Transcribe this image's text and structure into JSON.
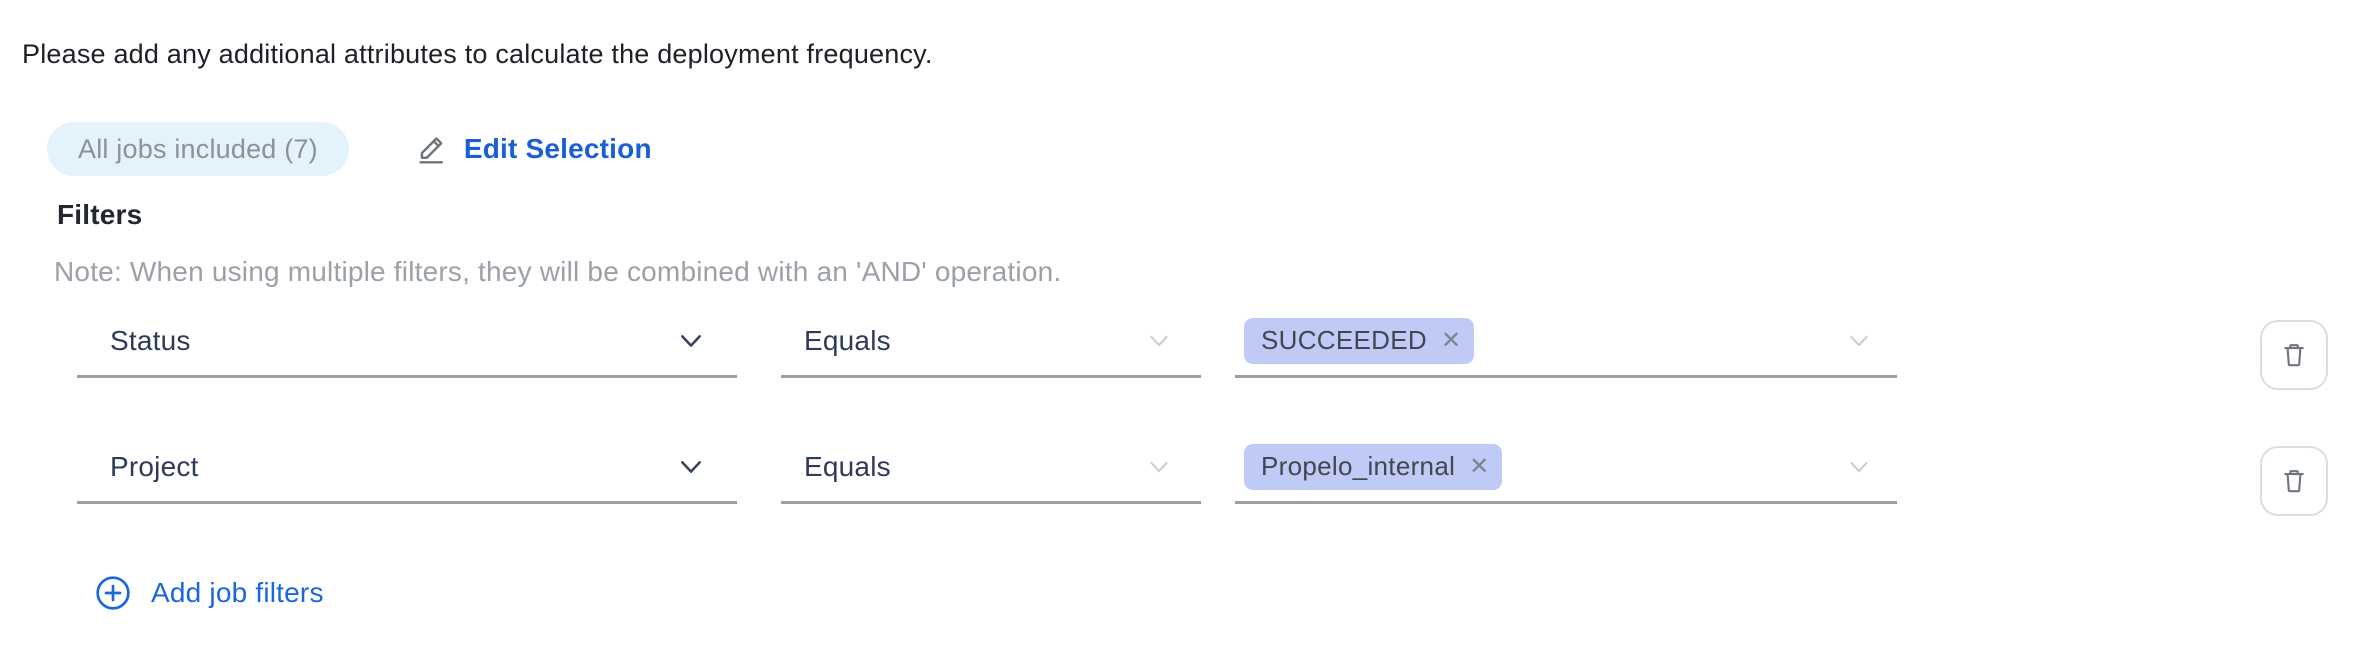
{
  "header": {
    "instruction": "Please add any additional attributes to calculate the deployment frequency."
  },
  "selection": {
    "pill_label": "All jobs included (7)",
    "edit_label": "Edit Selection"
  },
  "filters": {
    "heading": "Filters",
    "note": "Note: When using multiple filters, they will be combined with an 'AND' operation.",
    "remove_glyph": "✕",
    "rows": [
      {
        "attribute": "Status",
        "operator": "Equals",
        "values": [
          {
            "label": "SUCCEEDED"
          }
        ]
      },
      {
        "attribute": "Project",
        "operator": "Equals",
        "values": [
          {
            "label": "Propelo_internal"
          }
        ]
      }
    ],
    "add_label": "Add job filters"
  },
  "colors": {
    "link_blue": "#1b5fd6",
    "add_blue": "#1b66dd",
    "pill_bg": "#e4f2fc",
    "pill_text": "#8a929b",
    "tag_bg": "#c0caf6",
    "tag_text": "#42464d",
    "underline_gray": "#9aa0a7",
    "note_gray": "#9aa1a8"
  }
}
